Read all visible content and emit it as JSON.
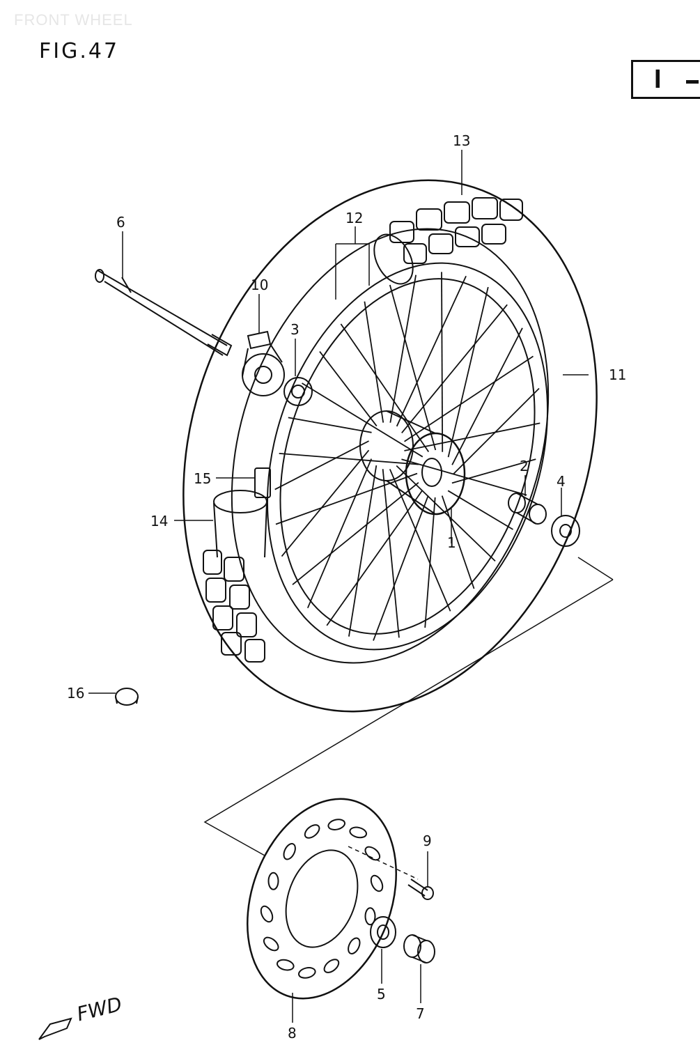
{
  "watermark": "FRONT WHEEL",
  "figure": "FIG.47",
  "section_code": "I",
  "direction_label": "FWD",
  "callouts": {
    "c1": "1",
    "c2": "2",
    "c3": "3",
    "c4": "4",
    "c5": "5",
    "c6": "6",
    "c7": "7",
    "c8": "8",
    "c9": "9",
    "c10": "10",
    "c11": "11",
    "c12": "12",
    "c13": "13",
    "c14": "14",
    "c15": "15",
    "c16": "16"
  }
}
